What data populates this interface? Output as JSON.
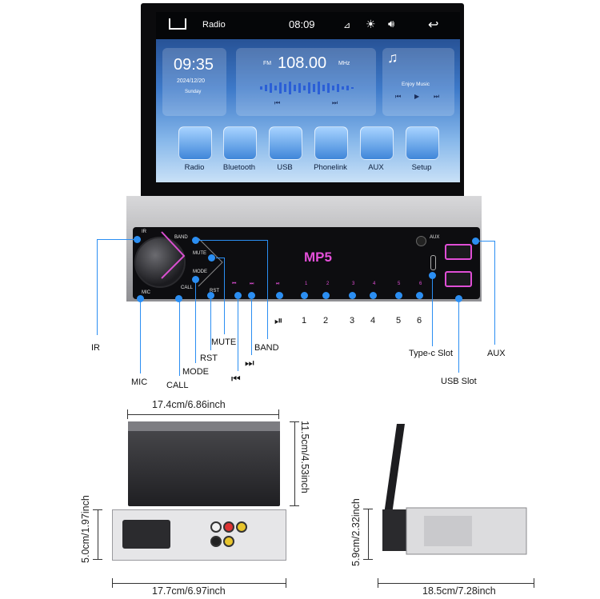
{
  "screen": {
    "status": {
      "title": "Radio",
      "clock": "08:09"
    },
    "clock_widget": {
      "time": "09:35",
      "date": "2024/12/20",
      "day": "Sunday"
    },
    "radio_widget": {
      "band": "FM",
      "freq": "108.00",
      "unit": "MHz"
    },
    "music_widget": {
      "label": "Enjoy Music"
    },
    "apps": [
      "Radio",
      "Bluetooth",
      "USB",
      "Phonelink",
      "AUX",
      "Setup"
    ]
  },
  "unit": {
    "display": "MP5",
    "buttons": {
      "ir": "IR",
      "band": "BAND",
      "mute": "MUTE",
      "mode": "MODE",
      "rst": "RST",
      "call": "CALL",
      "mic": "MIC",
      "aux": "AUX",
      "presets": [
        "1",
        "2",
        "3",
        "4",
        "5",
        "6"
      ]
    }
  },
  "callouts": {
    "ir": "IR",
    "mic": "MIC",
    "call": "CALL",
    "mode": "MODE",
    "rst": "RST",
    "mute": "MUTE",
    "band": "BAND",
    "n1": "1",
    "n2": "2",
    "n3": "3",
    "n4": "4",
    "n5": "5",
    "n6": "6",
    "typec": "Type-c Slot",
    "usb": "USB Slot",
    "aux": "AUX"
  },
  "dimensions": {
    "top_width": "17.4cm/6.86inch",
    "top_height": "11.5cm/4.53inch",
    "rear_height": "5.0cm/1.97inch",
    "rear_width": "17.7cm/6.97inch",
    "side_height": "5.9cm/2.32inch",
    "side_depth": "18.5cm/7.28inch"
  }
}
